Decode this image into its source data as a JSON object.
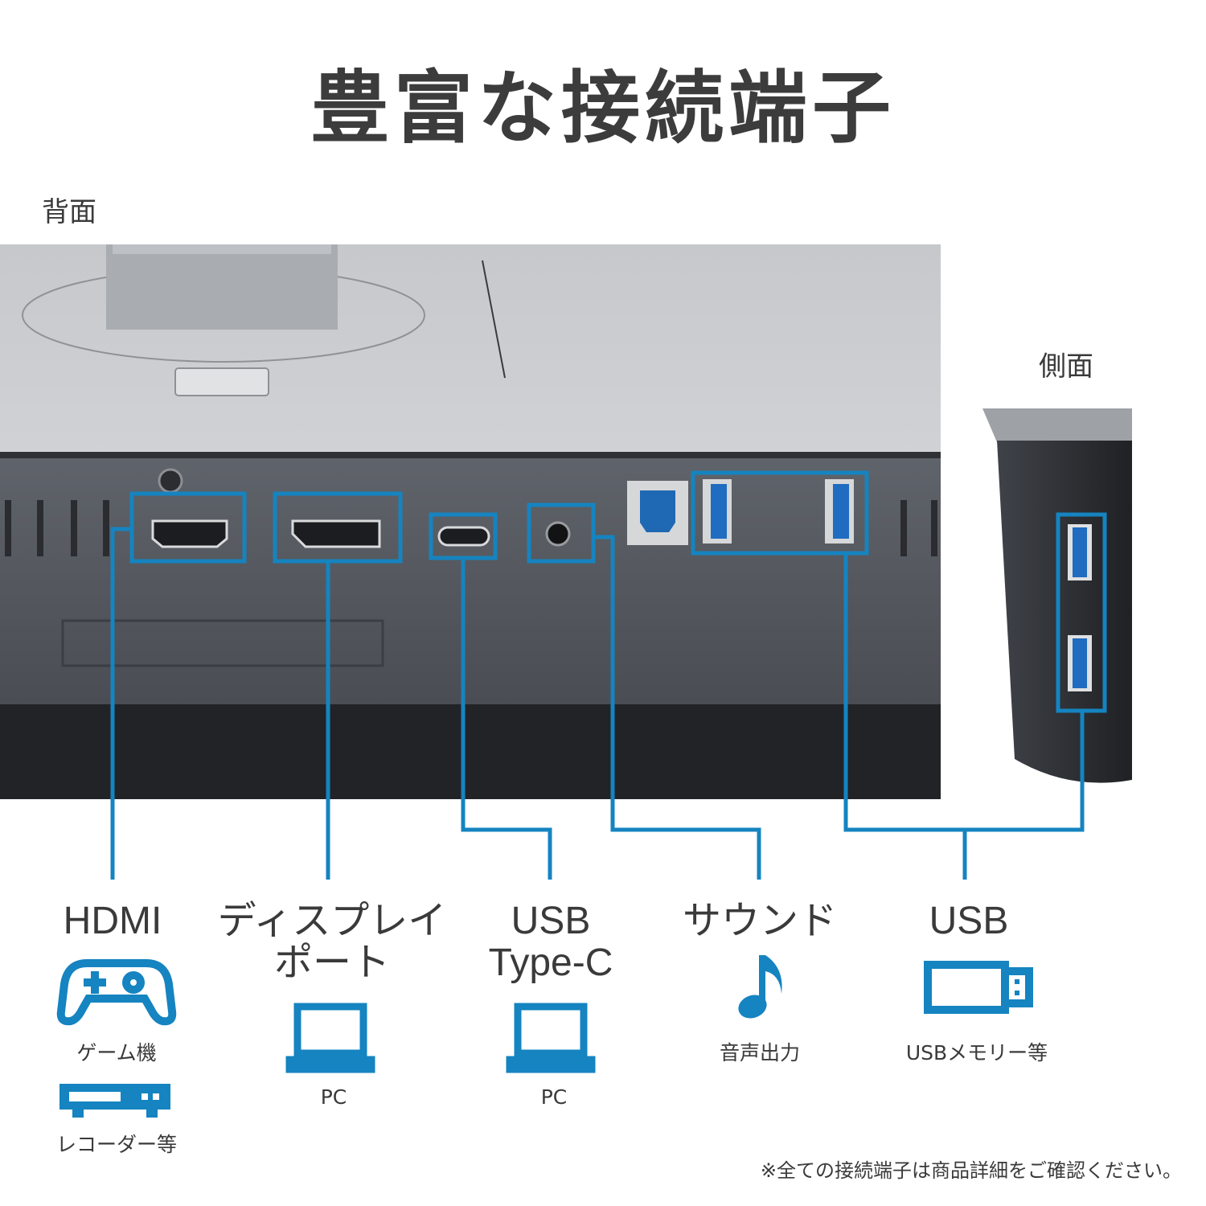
{
  "title": "豊富な接続端子",
  "views": {
    "rear": "背面",
    "side": "側面"
  },
  "ports": [
    {
      "name": "HDMI",
      "devices": [
        {
          "icon": "gamepad-icon",
          "label": "ゲーム機"
        },
        {
          "icon": "recorder-icon",
          "label": "レコーダー等"
        }
      ]
    },
    {
      "name_line1": "ディスプレイ",
      "name_line2": "ポート",
      "devices": [
        {
          "icon": "laptop-icon",
          "label": "PC"
        }
      ]
    },
    {
      "name_line1": "USB",
      "name_line2": "Type-C",
      "devices": [
        {
          "icon": "laptop-icon",
          "label": "PC"
        }
      ]
    },
    {
      "name": "サウンド",
      "devices": [
        {
          "icon": "music-note-icon",
          "label": "音声出力"
        }
      ]
    },
    {
      "name": "USB",
      "devices": [
        {
          "icon": "usb-stick-icon",
          "label": "USBメモリー等"
        }
      ]
    }
  ],
  "footnote": "※全ての接続端子は商品詳細をご確認ください。",
  "colors": {
    "accent": "#1584c0",
    "text": "#3a3a3a",
    "monitor_silver": "#c9cbd0",
    "monitor_dark": "#55595f"
  }
}
